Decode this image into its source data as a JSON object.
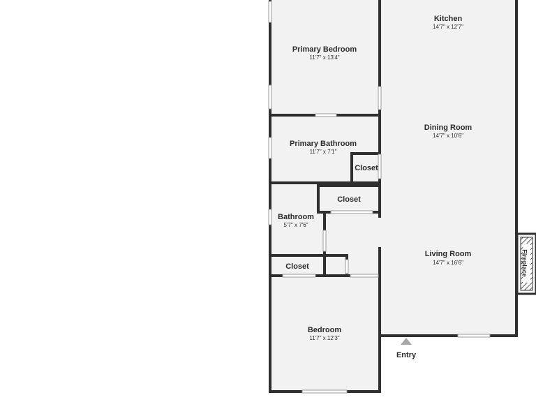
{
  "rooms": {
    "kitchen": {
      "name": "Kitchen",
      "size": "14'7\" x 12'7\""
    },
    "dining_room": {
      "name": "Dining Room",
      "size": "14'7\" x 10'6\""
    },
    "living_room": {
      "name": "Living Room",
      "size": "14'7\" x 16'6\""
    },
    "primary_bedroom": {
      "name": "Primary Bedroom",
      "size": "11'7\" x 13'4\""
    },
    "primary_bathroom": {
      "name": "Primary Bathroom",
      "size": "11'7\" x 7'1\""
    },
    "bathroom": {
      "name": "Bathroom",
      "size": "5'7\" x 7'6\""
    },
    "bedroom": {
      "name": "Bedroom",
      "size": "11'7\" x 12'3\""
    },
    "closet_primary_bath": {
      "name": "Closet"
    },
    "closet_hall": {
      "name": "Closet"
    },
    "closet_bedroom": {
      "name": "Closet"
    }
  },
  "labels": {
    "fireplace": "Fireplace",
    "entry": "Entry"
  },
  "colors": {
    "wall": "#2f2f2f",
    "floor": "#f2f2f2",
    "window": "#9a9a9a",
    "entry_marker": "#a8a8a8"
  }
}
